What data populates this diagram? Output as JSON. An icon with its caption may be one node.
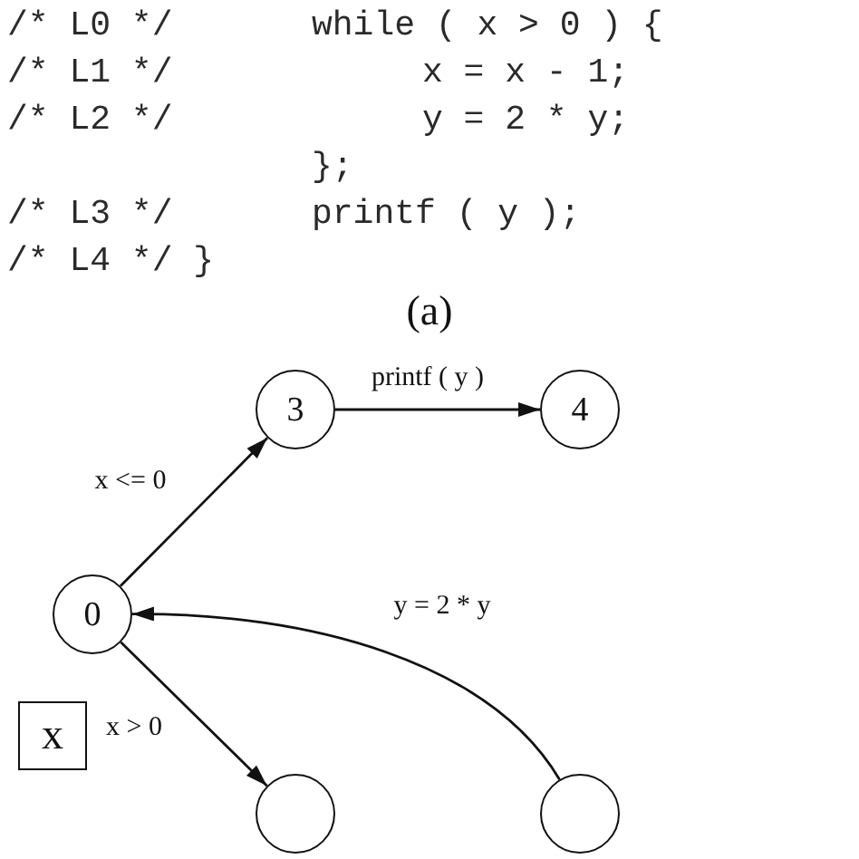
{
  "diagram": {
    "nodes": [
      {
        "text": [
          "3"
        ]
      },
      {
        "text": [
          "4"
        ]
      },
      {
        "text": [
          "0"
        ]
      },
      {
        "text": [
          "x"
        ]
      },
      {
        "text": [],
        "shape": "circle"
      },
      {
        "text": [],
        "shape": "circle"
      }
    ],
    "edges": [
      {
        "from": 2,
        "to": 0,
        "arrow": "to",
        "label": "x <= 0"
      },
      {
        "from": 0,
        "to": 1,
        "arrow": "to",
        "label": "printf ( y )"
      },
      {
        "from": 5,
        "to": 2,
        "arrow": "to",
        "label": "y = 2 * y"
      },
      {
        "from": 2,
        "to": 4,
        "arrow": "to",
        "label": "x > 0"
      }
    ],
    "labels": [
      "/* L0 */",
      "while ( x > 0 ) {",
      "/* L1 */",
      "x = x - 1;",
      "/* L2 */",
      "y = 2 * y;",
      "};",
      "/* L3 */",
      "printf ( y );",
      "/* L4 */ }",
      "(a)"
    ]
  }
}
